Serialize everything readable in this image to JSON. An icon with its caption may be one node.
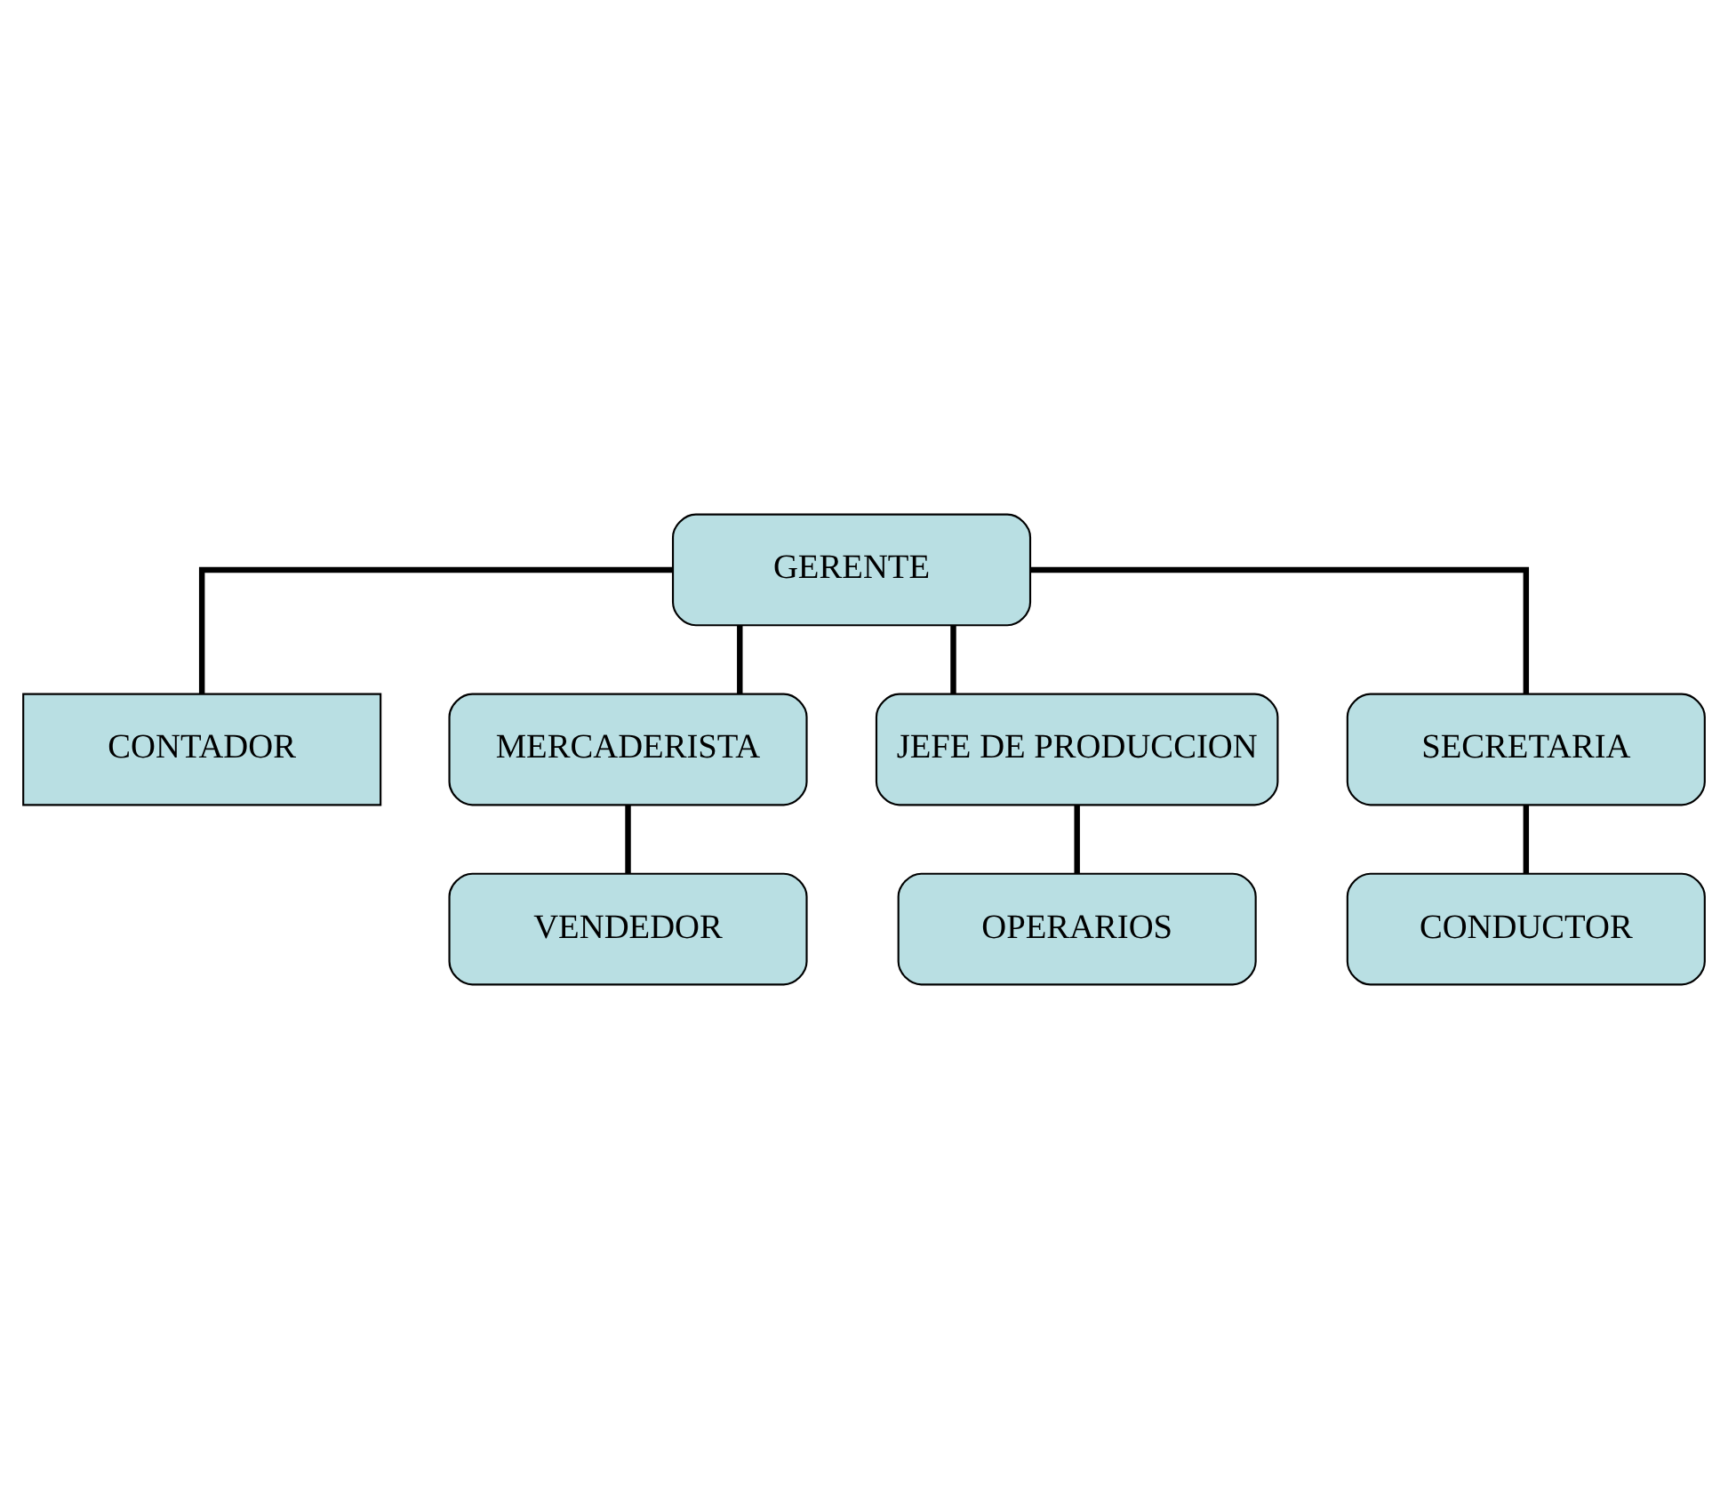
{
  "diagram": {
    "nodes": [
      {
        "text": [
          "GERENTE"
        ]
      },
      {
        "text": [
          "CONTADOR"
        ]
      },
      {
        "text": [
          "MERCADERISTA"
        ]
      },
      {
        "text": [
          "JEFE DE PRODUCCION"
        ]
      },
      {
        "text": [
          "OPERARIOS"
        ]
      },
      {
        "text": [
          "VENDEDOR"
        ]
      },
      {
        "text": [
          "SECRETARIA"
        ]
      },
      {
        "text": [
          "CONDUCTOR"
        ]
      }
    ],
    "edges": [
      {
        "from": 0,
        "to": 1,
        "arrow": "none"
      },
      {
        "from": 0,
        "to": 3,
        "arrow": "none"
      },
      {
        "from": 0,
        "to": 2,
        "arrow": "none"
      },
      {
        "from": 0,
        "to": 6,
        "arrow": "none"
      },
      {
        "from": 3,
        "to": 4,
        "arrow": "none"
      },
      {
        "from": 2,
        "to": 5,
        "arrow": "none"
      },
      {
        "from": 6,
        "to": 7,
        "arrow": "none"
      }
    ]
  }
}
